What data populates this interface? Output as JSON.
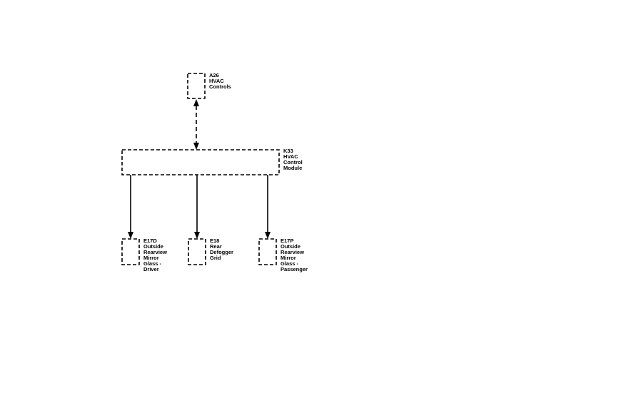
{
  "components": {
    "a26": {
      "lines": [
        "A26",
        "HVAC",
        "Controls"
      ]
    },
    "k33": {
      "lines": [
        "K33",
        "HVAC",
        "Control",
        "Module"
      ]
    },
    "e17d": {
      "lines": [
        "E17D",
        "Outside",
        "Rearview",
        "Mirror",
        "Glass -",
        "Driver"
      ]
    },
    "e18": {
      "lines": [
        "E18",
        "Rear",
        "Defogger",
        "Grid"
      ]
    },
    "e17p": {
      "lines": [
        "E17P",
        "Outside",
        "Rearview",
        "Mirror",
        "Glass -",
        "Passenger"
      ]
    }
  },
  "colors": {
    "line": "#000000",
    "background": "#ffffff"
  }
}
